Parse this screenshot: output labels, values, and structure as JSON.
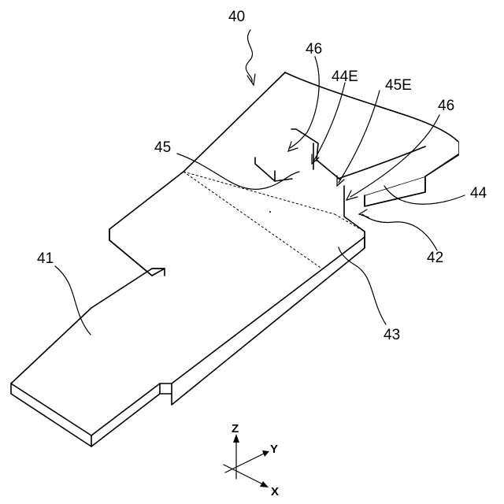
{
  "labels": {
    "l40": "40",
    "l41": "41",
    "l42": "42",
    "l43": "43",
    "l44": "44",
    "l44e": "44E",
    "l45": "45",
    "l45e": "45E",
    "l46a": "46",
    "l46b": "46"
  },
  "axes": {
    "z": "Z",
    "y": "Y",
    "x": "X"
  }
}
